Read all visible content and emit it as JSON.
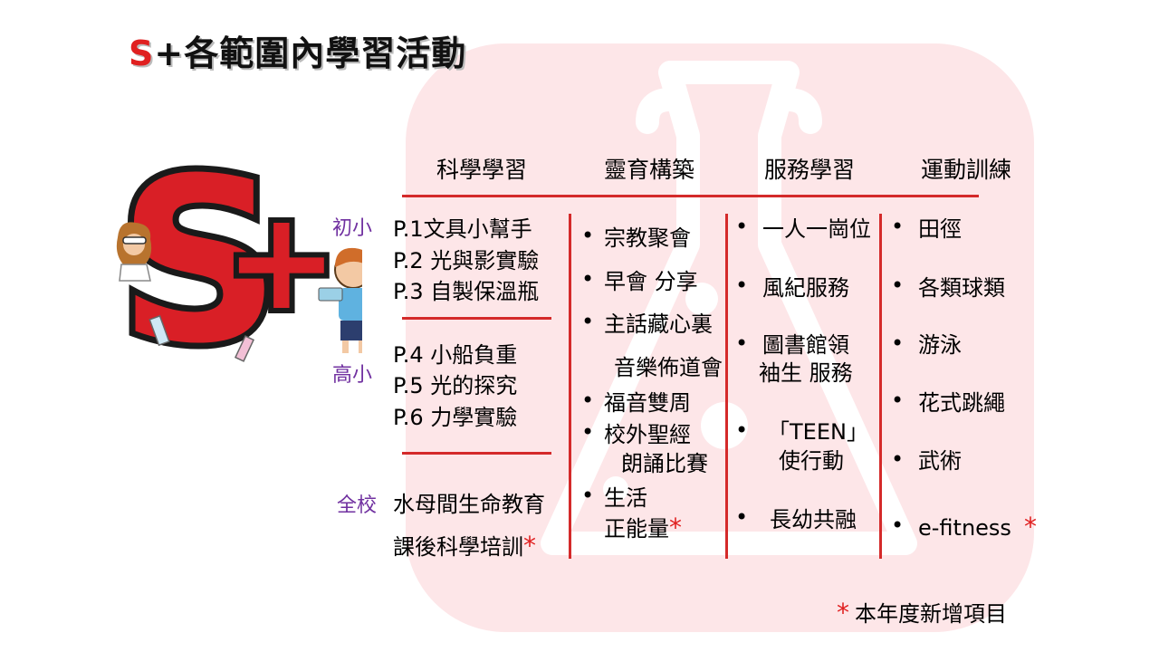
{
  "title": {
    "prefix": "S",
    "rest": "+各範圍內學習活動"
  },
  "colors": {
    "accent_red": "#d42a2a",
    "level_purple": "#7030a0",
    "watermark_pink": "#fbe0e3"
  },
  "logo_text": "S+",
  "columns": {
    "science": "科學學習",
    "spiritual": "靈育構築",
    "service": "服務學習",
    "sports": "運動訓練"
  },
  "levels": {
    "junior": "初小",
    "senior": "高小",
    "whole": "全校"
  },
  "science": {
    "junior": [
      "P.1文具小幫手",
      "P.2 光與影實驗",
      "P.3 自製保溫瓶"
    ],
    "senior": [
      "P.4 小船負重",
      "P.5 光的探究",
      "P.6 力學實驗"
    ],
    "whole": [
      "水母間生命教育",
      "課後科學培訓"
    ]
  },
  "spiritual": {
    "items": [
      "宗教聚會",
      "早會 分享",
      "主話藏心裏",
      "音樂佈道會",
      "福音雙周",
      "校外聖經",
      "朗誦比賽",
      "生活",
      "正能量"
    ]
  },
  "service": {
    "items": [
      "一人一崗位",
      "風紀服務",
      "圖書館領",
      "袖生 服務",
      "「TEEN」",
      "使行動",
      "長幼共融"
    ]
  },
  "sports": {
    "items": [
      "田徑",
      "各類球類",
      "游泳",
      "花式跳繩",
      "武術",
      "e-fitness"
    ]
  },
  "marks": {
    "bullet": "•",
    "star": "*"
  },
  "footnote": "本年度新增項目"
}
